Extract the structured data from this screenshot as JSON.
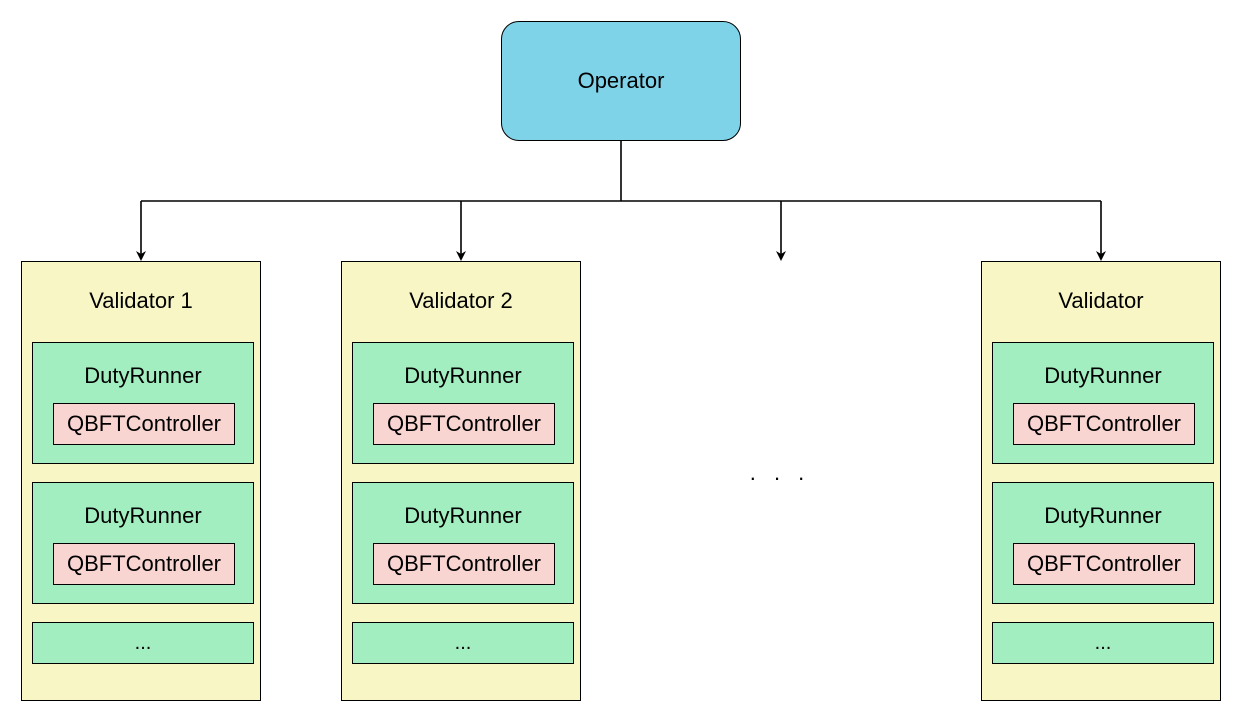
{
  "colors": {
    "operator_fill": "#7fd3e8",
    "validator_fill": "#f7f6c4",
    "runner_fill": "#a3eec0",
    "controller_fill": "#f9d5d2",
    "stroke": "#000000"
  },
  "operator": {
    "label": "Operator"
  },
  "validators": [
    {
      "title": "Validator 1",
      "runner_label": "DutyRunner",
      "controller_label": "QBFTController",
      "more_label": "..."
    },
    {
      "title": "Validator 2",
      "runner_label": "DutyRunner",
      "controller_label": "QBFTController",
      "more_label": "..."
    },
    {
      "title": "Validator",
      "runner_label": "DutyRunner",
      "controller_label": "QBFTController",
      "more_label": "..."
    }
  ],
  "middle_ellipsis": ". . ."
}
